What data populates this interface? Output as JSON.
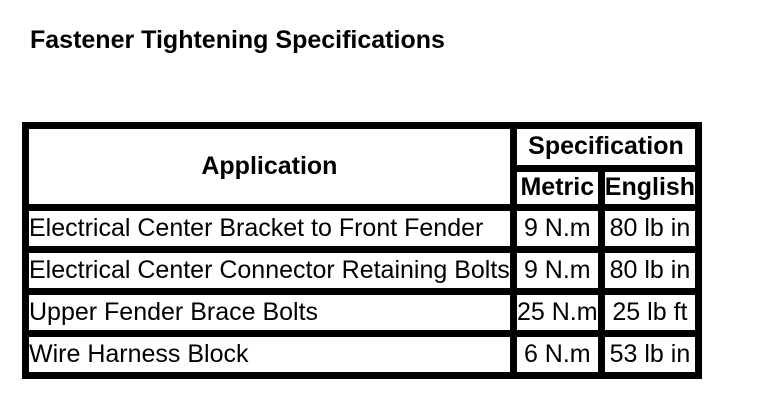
{
  "page": {
    "title": "Fastener Tightening Specifications"
  },
  "table": {
    "headers": {
      "application": "Application",
      "specification": "Specification",
      "metric": "Metric",
      "english": "English"
    },
    "rows": [
      {
        "application": "Electrical Center Bracket to Front Fender",
        "metric": "9 N.m",
        "english": "80 lb in"
      },
      {
        "application": "Electrical Center Connector Retaining Bolts",
        "metric": "9 N.m",
        "english": "80 lb in"
      },
      {
        "application": "Upper Fender Brace Bolts",
        "metric": "25 N.m",
        "english": "25 lb ft"
      },
      {
        "application": "Wire Harness Block",
        "metric": "6 N.m",
        "english": "53 lb in"
      }
    ]
  },
  "colors": {
    "background": "#ffffff",
    "text": "#000000",
    "border": "#000000"
  }
}
